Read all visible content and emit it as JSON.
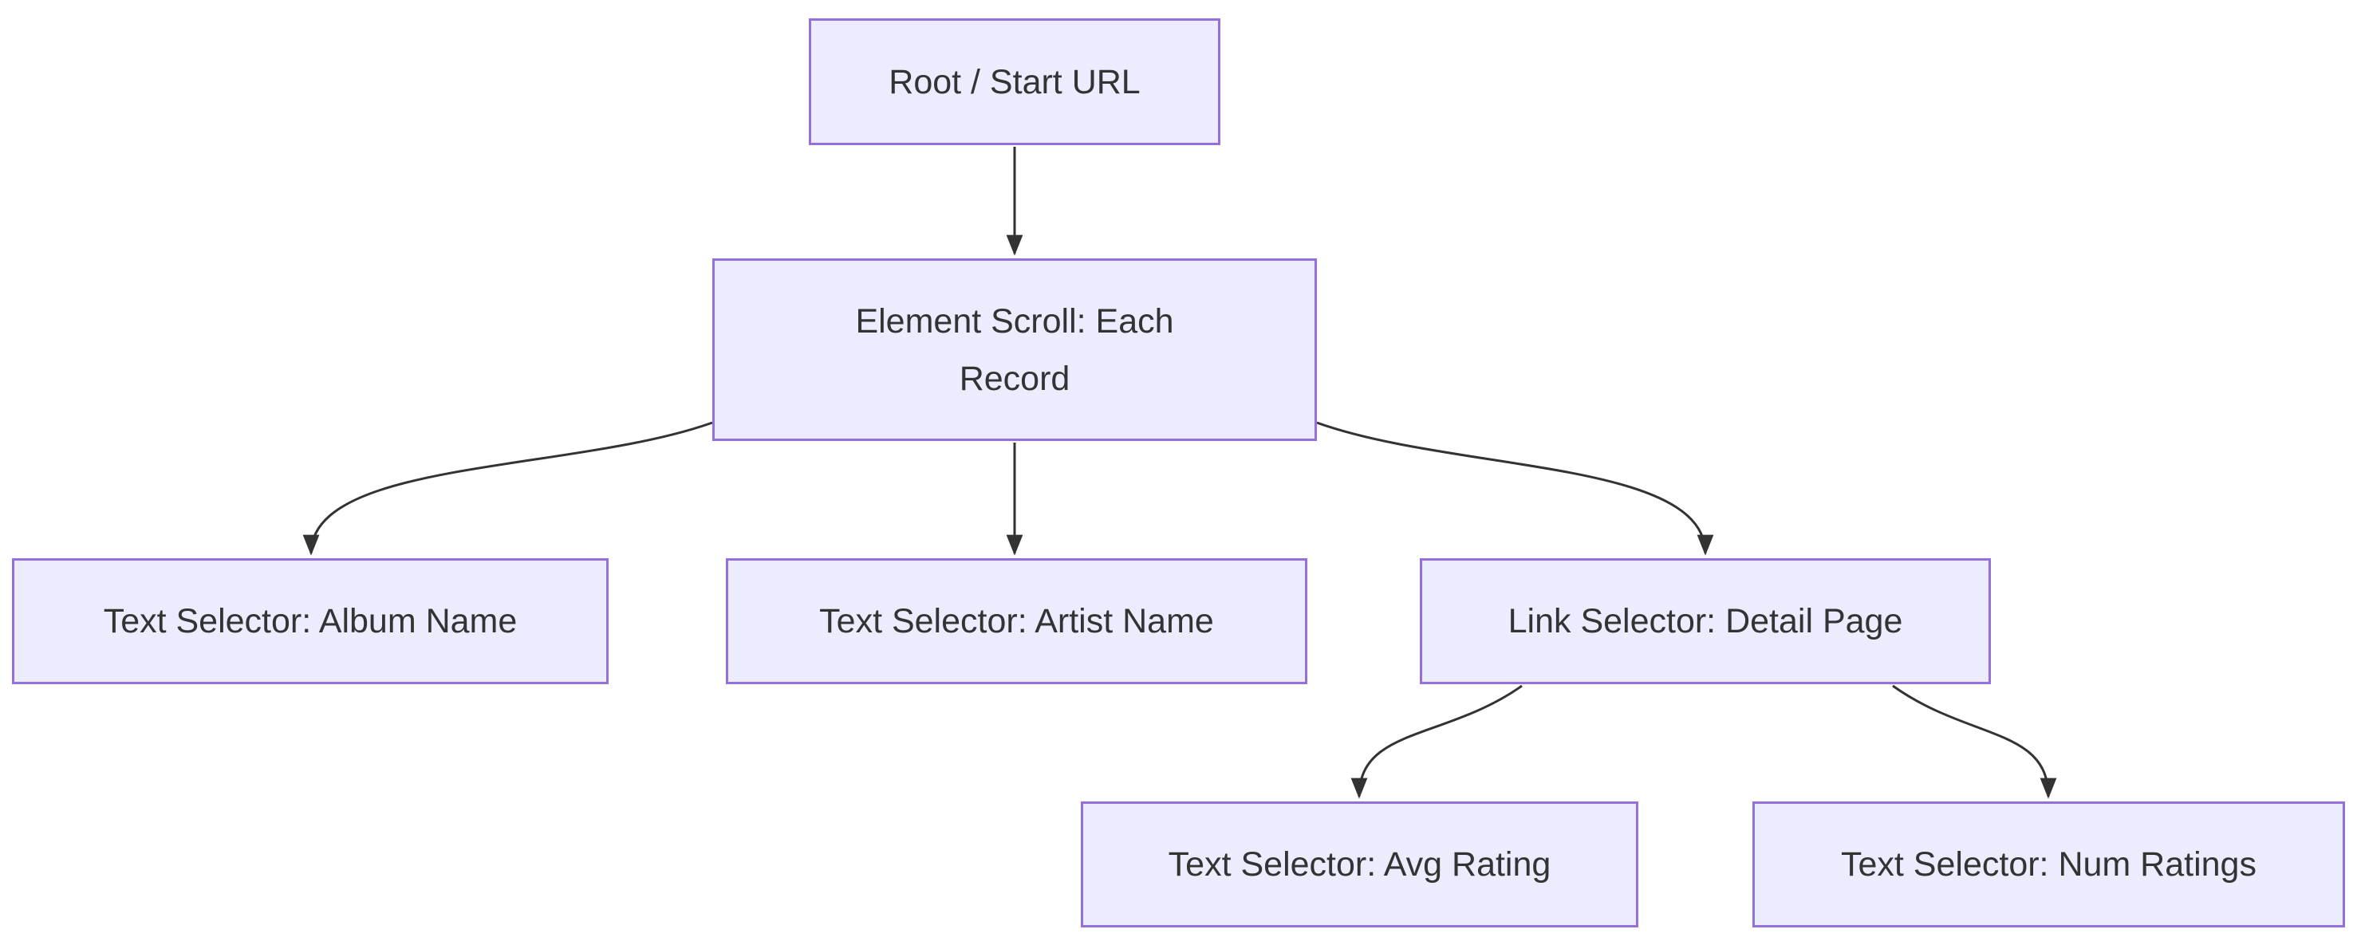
{
  "diagram": {
    "type": "flowchart",
    "orientation": "top-down",
    "nodes": [
      {
        "id": "root",
        "lines": [
          "Root / Start URL"
        ]
      },
      {
        "id": "scroll",
        "lines": [
          "Element Scroll: Each",
          "Record"
        ]
      },
      {
        "id": "album",
        "lines": [
          "Text Selector: Album Name"
        ]
      },
      {
        "id": "artist",
        "lines": [
          "Text Selector: Artist Name"
        ]
      },
      {
        "id": "detail",
        "lines": [
          "Link Selector: Detail Page"
        ]
      },
      {
        "id": "avg",
        "lines": [
          "Text Selector: Avg Rating"
        ]
      },
      {
        "id": "num",
        "lines": [
          "Text Selector: Num Ratings"
        ]
      }
    ],
    "edges": [
      {
        "from": "root",
        "to": "scroll"
      },
      {
        "from": "scroll",
        "to": "album"
      },
      {
        "from": "scroll",
        "to": "artist"
      },
      {
        "from": "scroll",
        "to": "detail"
      },
      {
        "from": "detail",
        "to": "avg"
      },
      {
        "from": "detail",
        "to": "num"
      }
    ]
  },
  "theme": {
    "canvas-bg": "#FFFFFF",
    "node-fill": "#ECECFF",
    "node-border": "#9370DB",
    "node-text": "#333333",
    "edge-color": "#333333"
  }
}
